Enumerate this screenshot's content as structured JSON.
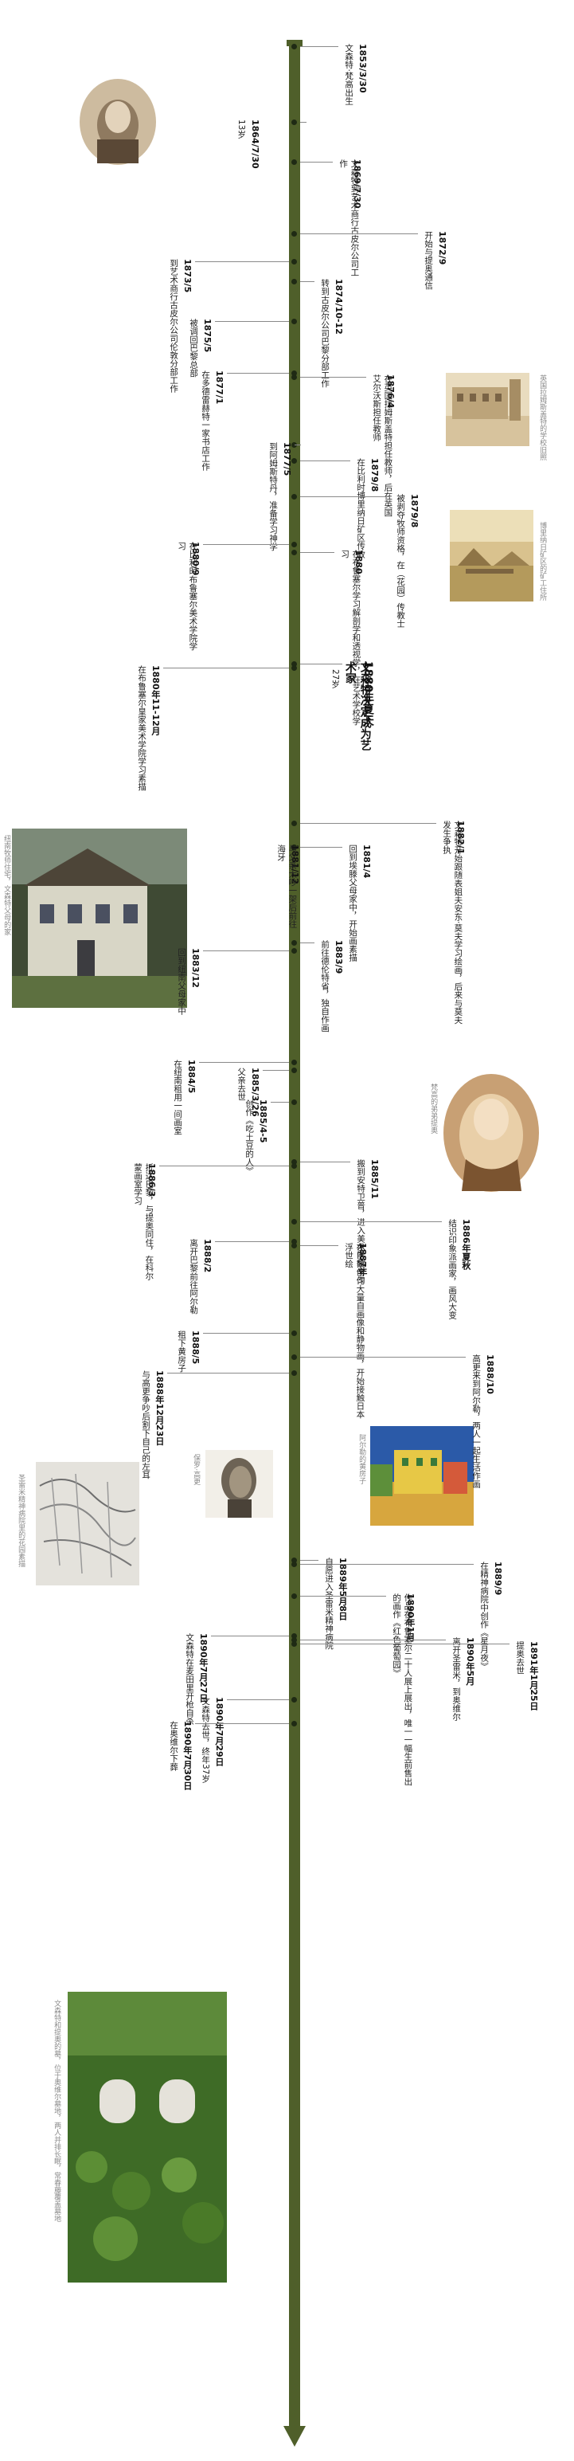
{
  "events": [
    {
      "id": "e1853",
      "date": "1853/3/30",
      "text": "文森特·梵高出生"
    },
    {
      "id": "e1864",
      "date": "1864/7/30",
      "text": "13岁"
    },
    {
      "id": "e1869",
      "date": "1869/7/30",
      "text": "文森特到艺术商行古皮尔公司工作"
    },
    {
      "id": "e1872",
      "date": "1872/9",
      "text": "开始与提奥通信"
    },
    {
      "id": "e1873a",
      "date": "1873/5",
      "text": "到艺术商行古皮尔公司伦敦分部工作"
    },
    {
      "id": "e1874",
      "date": "1874/10-12",
      "text": "转到古皮尔公司巴黎分部工作"
    },
    {
      "id": "e1876",
      "date": "1876/4",
      "text": "在英国拉姆斯盖特担任教师，后在英国艾尔沃斯担任教师"
    },
    {
      "id": "e1875",
      "date": "1875/5",
      "text": "被调回巴黎总部"
    },
    {
      "id": "e1877",
      "date": "1877/1",
      "text": "在多德雷赫特一家书店工作"
    },
    {
      "id": "e1877b",
      "date": "1877/5",
      "text": "到阿姆斯特丹，准备学习神学"
    },
    {
      "id": "e1879",
      "date": "1879/8",
      "text": "在比利时博里纳日矿区传教"
    },
    {
      "id": "e1879b",
      "date": "1879/8",
      "text": "被剥夺牧师资格，在（花园）传教士"
    },
    {
      "id": "e1880",
      "date": "1880",
      "text": "在布鲁塞尔学习解剖学和透视学，在艺术学校学习"
    },
    {
      "id": "e1880b",
      "date": "1880/9",
      "text": "在比利时布鲁塞尔美术学院学习"
    },
    {
      "id": "e1880c",
      "date": "1880年夏天",
      "text": "文森特决定成为艺术家",
      "sub": "27岁"
    },
    {
      "id": "e1880d",
      "date": "1880年11-12月",
      "text": "在布鲁塞尔皇家美术学院学习素描"
    },
    {
      "id": "e1881a",
      "date": "1881/4",
      "text": "回到埃滕父母家中，开始画素描"
    },
    {
      "id": "e1881b",
      "date": "1881/12",
      "text": "与父亲大吵一架后前往海牙"
    },
    {
      "id": "e1882",
      "date": "1882/1",
      "text": "文森特开始跟随表姐夫安东·莫夫学习绘画，后来与莫夫发生争执"
    },
    {
      "id": "e1883a",
      "date": "1883/9",
      "text": "前往德伦特省，独自作画"
    },
    {
      "id": "e1883b",
      "date": "1883/12",
      "text": "回到纽南父母家中"
    },
    {
      "id": "e1884",
      "date": "1884/5",
      "text": "在纽南租用一间画室"
    },
    {
      "id": "e1885a",
      "date": "1885/3/26",
      "text": "父亲去世"
    },
    {
      "id": "e1885b",
      "date": "1885/4-5",
      "text": "创作《吃土豆的人》"
    },
    {
      "id": "e1885c",
      "date": "1885/11",
      "text": "搬到安特卫普，进入美术学院学习"
    },
    {
      "id": "e1886a",
      "date": "1886/3",
      "text": "抵达巴黎，与提奥同住，在科尔蒙画室学习"
    },
    {
      "id": "e1886b",
      "date": "1886年夏秋",
      "text": "结识印象派画家，画风大变"
    },
    {
      "id": "e1887",
      "date": "1887年",
      "text": "在巴黎创作大量自画像和静物画，开始接触日本浮世绘"
    },
    {
      "id": "e1888a",
      "date": "1888/2",
      "text": "离开巴黎前往阿尔勒"
    },
    {
      "id": "e1888b",
      "date": "1888/5",
      "text": "租下黄房子"
    },
    {
      "id": "e1888c",
      "date": "1888/10",
      "text": "高更来到阿尔勒，两人一起生活作画"
    },
    {
      "id": "e1888d",
      "date": "1888年12月23日",
      "text": "与高更争吵后割下自己的左耳"
    },
    {
      "id": "e1889a",
      "date": "1889年5月8日",
      "text": "自愿进入圣雷米精神病院"
    },
    {
      "id": "e1889b",
      "date": "1889/9",
      "text": "在精神病院中创作《星月夜》"
    },
    {
      "id": "e1890a",
      "date": "1890年1月",
      "text": "作品在布鲁塞尔二十人展上展出，唯一一幅生前售出的画作《红色葡萄园》"
    },
    {
      "id": "e1890b",
      "date": "1890年5月",
      "text": "离开圣雷米，到奥维尔"
    },
    {
      "id": "e1890c",
      "date": "1890年7月27日",
      "text": "文森特在麦田里开枪自杀"
    },
    {
      "id": "e1890d",
      "date": "1890年7月29日",
      "text": "文森特去世，终年37岁"
    },
    {
      "id": "e1890e",
      "date": "1890年7月30日",
      "text": "在奥维尔下葬"
    },
    {
      "id": "e1891",
      "date": "1891年1月25日",
      "text": "提奥去世"
    }
  ],
  "photos": [
    {
      "id": "p1",
      "caption": ""
    },
    {
      "id": "p2",
      "caption": "英国拉姆斯盖特的学校旧照"
    },
    {
      "id": "p3",
      "caption": "博里纳日矿区的矿工住所"
    },
    {
      "id": "p4",
      "caption": "纽南牧师住宅，文森特父母的家"
    },
    {
      "id": "p5",
      "caption": "梵高的弟弟提奥"
    },
    {
      "id": "p6",
      "caption": "阿尔勒的黄房子"
    },
    {
      "id": "p7",
      "caption": "保罗·高更"
    },
    {
      "id": "p8",
      "caption": "圣雷米精神病院里的花园素描"
    },
    {
      "id": "p9",
      "caption": "文森特和提奥的墓，位于奥维尔墓地，两人并排长眠，常春藤覆盖墓地"
    }
  ],
  "colors": {
    "axis": "#4f5f2a",
    "sepia": "#c8b08a",
    "ivy": "#4c7a2e"
  }
}
